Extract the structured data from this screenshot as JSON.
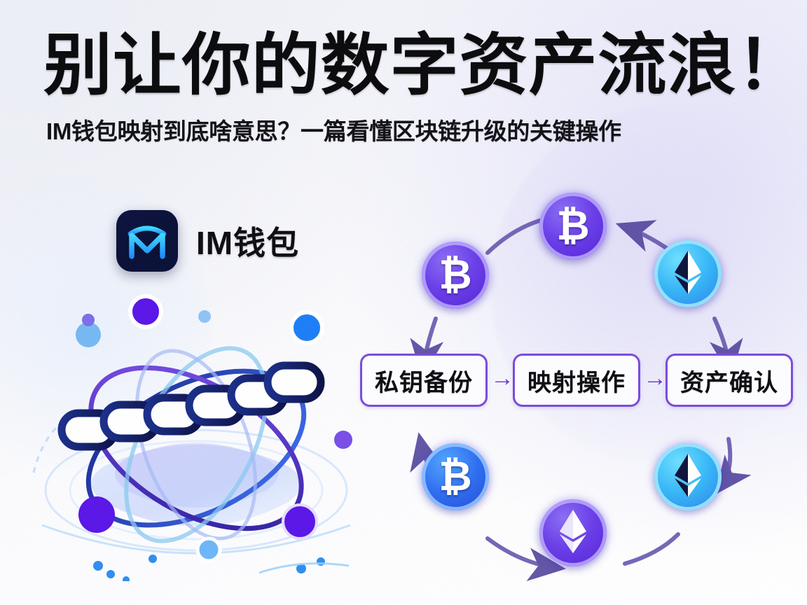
{
  "poster": {
    "headline": "别让你的数字资产流浪！",
    "subhead": "IM钱包映射到底啥意思？一篇看懂区块链升级的关键操作",
    "background_color": "#f4f5f9",
    "accent_color": "#6b34cf"
  },
  "brand": {
    "logo_icon": "im-wallet-logo-icon",
    "logo_letter": "M",
    "name": "IM钱包",
    "logo_bg": "#0b1138",
    "logo_fg": "#2ec5ff"
  },
  "illustration": {
    "name": "blockchain-atom-illustration",
    "elements": [
      "chain-link-icon",
      "orbit-ellipse",
      "node-dot",
      "platform-slab"
    ],
    "colors": {
      "chain": "#101a4d",
      "orbit_purple": "#5b3fd6",
      "orbit_blue": "#2f6ff0",
      "orbit_cyan": "#7fd0f5",
      "platform": "#bcd8fb"
    }
  },
  "cycle": {
    "name": "asset-mapping-cycle",
    "steps": [
      {
        "label": "私钥备份",
        "name": "step-private-key-backup"
      },
      {
        "label": "映射操作",
        "name": "step-mapping-operation"
      },
      {
        "label": "资产确认",
        "name": "step-asset-confirmation"
      }
    ],
    "step_arrow": "→",
    "coins": [
      {
        "name": "coin-bitcoin-top",
        "symbol": "₿",
        "token": "BTC",
        "color": "purple"
      },
      {
        "name": "coin-bitcoin-top-left",
        "symbol": "₿",
        "token": "BTC",
        "color": "purple"
      },
      {
        "name": "coin-ethereum-right",
        "symbol": "ETH",
        "token": "ETH",
        "color": "cyan"
      },
      {
        "name": "coin-bitcoin-bottom-left",
        "symbol": "₿",
        "token": "BTC",
        "color": "blue"
      },
      {
        "name": "coin-ethereum-bottom",
        "symbol": "ETH",
        "token": "ETH",
        "color": "purple"
      },
      {
        "name": "coin-ethereum-bottom-right",
        "symbol": "ETH",
        "token": "ETH",
        "color": "cyan"
      }
    ],
    "flow_arrows": [
      "btc-top-left-to-btc-top",
      "eth-right-to-btc-top",
      "btc-top-left-to-private-key-backup",
      "eth-right-to-asset-confirmation",
      "btc-bottom-left-to-private-key-backup",
      "eth-bottom-right-to-asset-confirmation",
      "btc-bottom-left-to-eth-bottom",
      "eth-bottom-to-eth-bottom-right"
    ]
  }
}
